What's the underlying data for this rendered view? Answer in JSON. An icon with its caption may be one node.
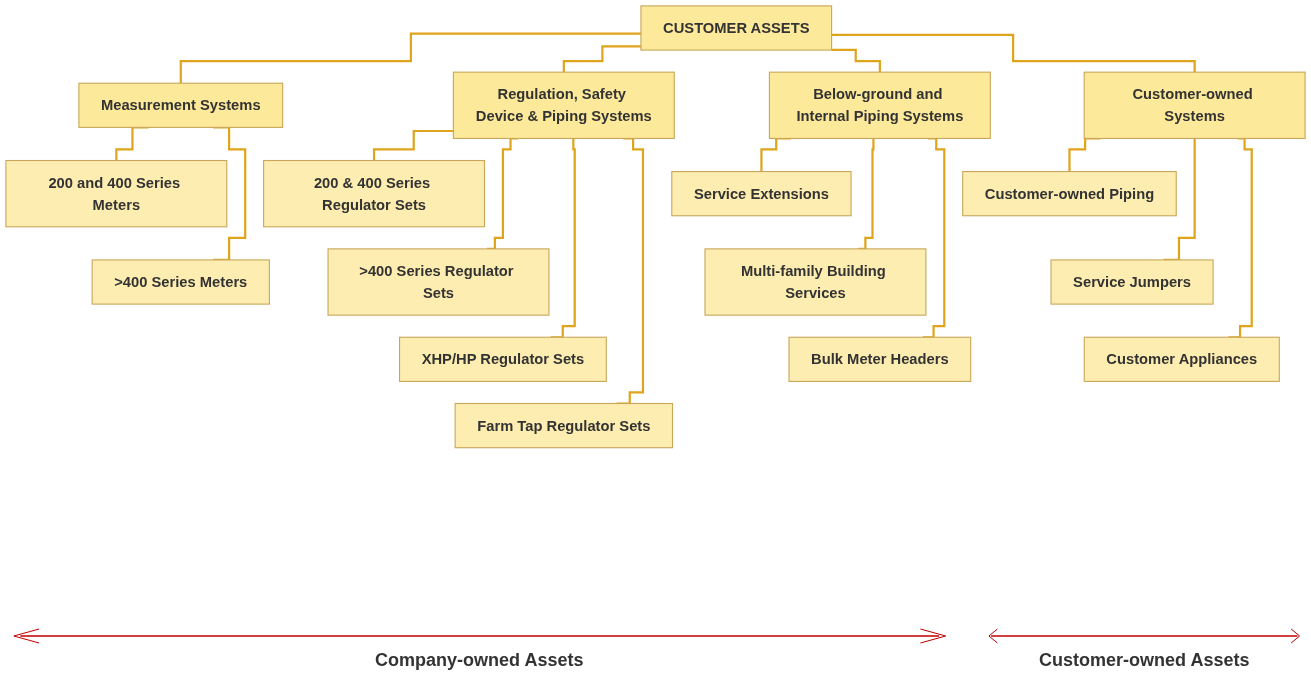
{
  "diagram": {
    "nodes": [
      {
        "text": [
          "CUSTOMER ASSETS"
        ]
      },
      {
        "text": [
          "Measurement Systems"
        ]
      },
      {
        "text": [
          "200 and 400 Series Meters"
        ]
      },
      {
        "text": [
          ">400 Series Meters"
        ]
      },
      {
        "text": [
          "Regulation, Safety Device & Piping Systems"
        ]
      },
      {
        "text": [
          "200 & 400 Series Regulator Sets"
        ]
      },
      {
        "text": [
          ">400 Series Regulator Sets"
        ]
      },
      {
        "text": [
          "XHP/HP Regulator Sets"
        ]
      },
      {
        "text": [
          "Farm Tap Regulator Sets"
        ]
      },
      {
        "text": [
          "Below-ground and Internal Piping Systems"
        ]
      },
      {
        "text": [
          "Service Extensions"
        ]
      },
      {
        "text": [
          "Multi-family Building Services"
        ]
      },
      {
        "text": [
          "Bulk Meter Headers"
        ]
      },
      {
        "text": [
          "Customer-owned Systems"
        ]
      },
      {
        "text": [
          "Customer-owned Piping"
        ]
      },
      {
        "text": [
          "Service Jumpers"
        ]
      },
      {
        "text": [
          "Customer Appliances"
        ]
      }
    ],
    "edges": [
      {
        "from": 0,
        "to": 1,
        "arrow": "none"
      },
      {
        "from": 0,
        "to": 4,
        "arrow": "none"
      },
      {
        "from": 0,
        "to": 9,
        "arrow": "none"
      },
      {
        "from": 0,
        "to": 13,
        "arrow": "none"
      },
      {
        "from": 1,
        "to": 2,
        "arrow": "none"
      },
      {
        "from": 1,
        "to": 3,
        "arrow": "none"
      },
      {
        "from": 4,
        "to": 5,
        "arrow": "none"
      },
      {
        "from": 4,
        "to": 6,
        "arrow": "none"
      },
      {
        "from": 4,
        "to": 7,
        "arrow": "none"
      },
      {
        "from": 4,
        "to": 8,
        "arrow": "none"
      },
      {
        "from": 9,
        "to": 10,
        "arrow": "none"
      },
      {
        "from": 9,
        "to": 11,
        "arrow": "none"
      },
      {
        "from": 9,
        "to": 12,
        "arrow": "none"
      },
      {
        "from": 13,
        "to": 14,
        "arrow": "none"
      },
      {
        "from": 13,
        "to": 15,
        "arrow": "none"
      },
      {
        "from": 13,
        "to": 16,
        "arrow": "none"
      }
    ],
    "labels": [
      "Company-owned Assets",
      "Customer-owned Assets"
    ]
  }
}
